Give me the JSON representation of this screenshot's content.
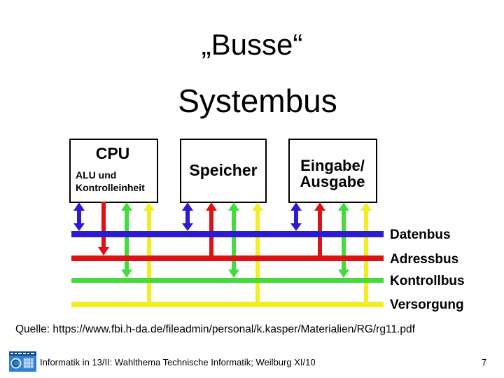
{
  "slide": {
    "title": "„Busse“",
    "source_line": "Quelle: https://www.fbi.h-da.de/fileadmin/personal/k.kasper/Materialien/RG/rg11.pdf",
    "footer": {
      "text": "Informatik in 13/II: Wahlthema Technische Informatik; Weilburg XI/10",
      "page_number": "7"
    }
  },
  "diagram": {
    "heading": "Systembus",
    "boxes": [
      {
        "title": "CPU",
        "line1": "ALU und",
        "line2": "Kontrolleinheit"
      },
      {
        "title": "Speicher"
      },
      {
        "line1": "Eingabe/",
        "line2": "Ausgabe"
      }
    ],
    "buses": [
      {
        "label": "Datenbus",
        "color": "#2d1bd2"
      },
      {
        "label": "Adressbus",
        "color": "#de1114"
      },
      {
        "label": "Kontrollbus",
        "color": "#44dc3c"
      },
      {
        "label": "Versorgung",
        "color": "#f2ee26"
      }
    ]
  },
  "colors": {
    "bus_blue": "#2d1bd2",
    "bus_red": "#de1114",
    "bus_green": "#44dc3c",
    "bus_yellow": "#f2ee26",
    "logo_blue": "#2f80cf",
    "logo_dark": "#16488f",
    "logo_light": "#b9d7f1"
  }
}
